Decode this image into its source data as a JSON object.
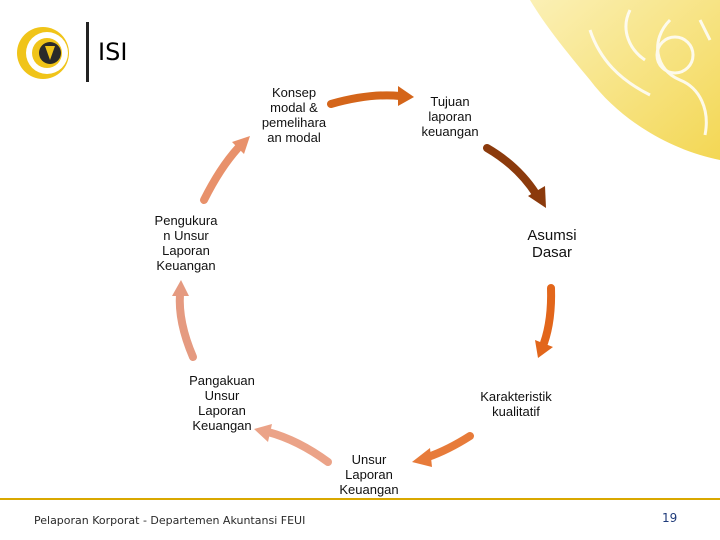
{
  "title": "ISI",
  "nodes": {
    "konsep_modal": "Konsep\nmodal &\npemelihara\nan modal",
    "tujuan_laporan": "Tujuan\nlaporan\nkeuangan",
    "asumsi_dasar": "Asumsi\nDasar",
    "karakteristik": "Karakteristik\nkualitatif",
    "unsur_laporan": "Unsur\nLaporan\nKeuangan",
    "pangakuan": "Pangakuan\nUnsur\nLaporan\nKeuangan",
    "pengukuran": "Pengukura\nn Unsur\nLaporan\nKeuangan"
  },
  "footer": {
    "text": "Pelaporan Korporat - Departemen Akuntansi FEUI",
    "page_number": "19"
  },
  "colors": {
    "arrow_1": "#d4651a",
    "arrow_2": "#8b3a0c",
    "arrow_3": "#e2661b",
    "arrow_4": "#e77b3a",
    "arrow_5": "#eba388",
    "arrow_6": "#e59a80",
    "arrow_7": "#e8916b",
    "footer_line": "#d9a800",
    "background_accent": "#f6e27a"
  },
  "icons": {
    "logo": "university-emblem-icon",
    "background": "makara-watermark"
  }
}
